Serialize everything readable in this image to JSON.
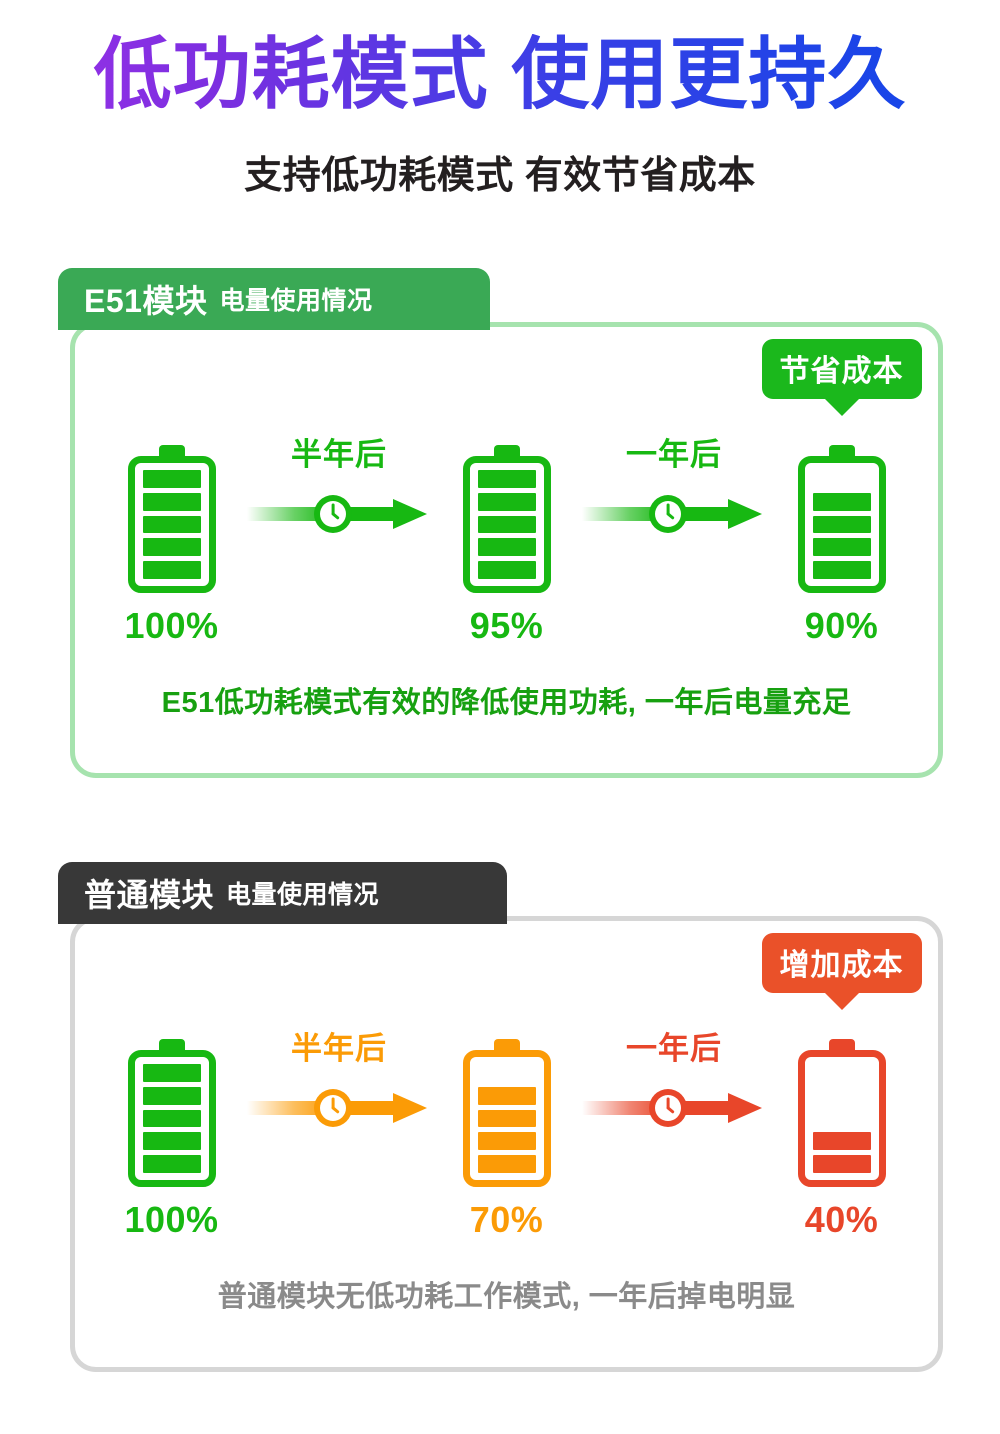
{
  "header": {
    "title": "低功耗模式 使用更持久",
    "subtitle": "支持低功耗模式 有效节省成本",
    "title_gradient_from": "#9B30E8",
    "title_gradient_to": "#0E47E8",
    "subtitle_color": "#231f20"
  },
  "colors": {
    "green": "#17B812",
    "green_tab": "#3aa955",
    "green_border": "#a6e3ae",
    "orange": "#FB9B06",
    "red": "#E8462A",
    "gray_tab": "#383838",
    "gray_border": "#d6d6d6",
    "gray_text": "#8a8a8a"
  },
  "cards": [
    {
      "id": "card-1",
      "tab_main": "E51模块",
      "tab_sub": "电量使用情况",
      "tab_bg": "#3aa955",
      "border_color": "#a6e3ae",
      "note": "E51低功耗模式有效的降低使用功耗, 一年后电量充足",
      "note_color": "#17A010",
      "stages": [
        {
          "percent": "100%",
          "percent_color": "#17B812",
          "battery_color": "#17B812",
          "segments": 5,
          "filled": 5,
          "badge": null
        },
        {
          "percent": "95%",
          "percent_color": "#17B812",
          "battery_color": "#17B812",
          "segments": 5,
          "filled": 5,
          "badge": null
        },
        {
          "percent": "90%",
          "percent_color": "#17B812",
          "battery_color": "#17B812",
          "segments": 5,
          "filled": 4,
          "badge": "节省成本",
          "badge_color": "#1BB81C"
        }
      ],
      "transitions": [
        {
          "label": "半年后",
          "label_color": "#17B812",
          "arrow_color": "#17B812"
        },
        {
          "label": "一年后",
          "label_color": "#17B812",
          "arrow_color": "#17B812"
        }
      ]
    },
    {
      "id": "card-2",
      "tab_main": "普通模块",
      "tab_sub": "电量使用情况",
      "tab_bg": "#383838",
      "border_color": "#d6d6d6",
      "note": "普通模块无低功耗工作模式, 一年后掉电明显",
      "note_color": "#8a8a8a",
      "stages": [
        {
          "percent": "100%",
          "percent_color": "#17B812",
          "battery_color": "#17B812",
          "segments": 5,
          "filled": 5,
          "badge": null
        },
        {
          "percent": "70%",
          "percent_color": "#FB9B06",
          "battery_color": "#FB9B06",
          "segments": 5,
          "filled": 4,
          "badge": null
        },
        {
          "percent": "40%",
          "percent_color": "#E8462A",
          "battery_color": "#E8462A",
          "segments": 5,
          "filled": 2,
          "badge": "增加成本",
          "badge_color": "#EA5129"
        }
      ],
      "transitions": [
        {
          "label": "半年后",
          "label_color": "#FB9B06",
          "arrow_color": "#FB9B06"
        },
        {
          "label": "一年后",
          "label_color": "#E8462A",
          "arrow_color": "#E8462A"
        }
      ]
    }
  ],
  "icons": {
    "clock": "clock-icon",
    "arrow": "arrow-right-icon",
    "battery": "battery-icon"
  }
}
